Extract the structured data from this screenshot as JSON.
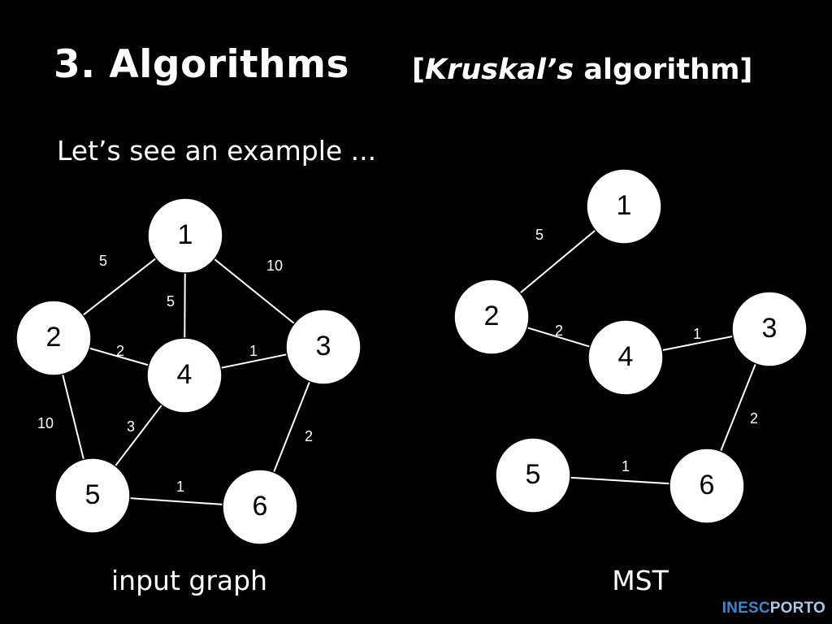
{
  "slide": {
    "title": "3. Algorithms",
    "subtitle_open": "[",
    "subtitle_italic": "Kruskal’s",
    "subtitle_rest": " algorithm]",
    "intro": "Let’s see an example ...",
    "caption_left": "input graph",
    "caption_right": "MST",
    "logo_part1": "INESC",
    "logo_part2": "PORTO"
  },
  "colors": {
    "background": "#000000",
    "foreground": "#ffffff",
    "logo_dark": "#3f86d1",
    "logo_light": "#a8c9ec"
  },
  "input_graph": {
    "nodes": [
      "1",
      "2",
      "3",
      "4",
      "5",
      "6"
    ],
    "edges": [
      {
        "from": "1",
        "to": "2",
        "weight": "5"
      },
      {
        "from": "1",
        "to": "4",
        "weight": "5"
      },
      {
        "from": "1",
        "to": "3",
        "weight": "10"
      },
      {
        "from": "2",
        "to": "4",
        "weight": "2"
      },
      {
        "from": "4",
        "to": "3",
        "weight": "1"
      },
      {
        "from": "2",
        "to": "5",
        "weight": "10"
      },
      {
        "from": "4",
        "to": "5",
        "weight": "3"
      },
      {
        "from": "3",
        "to": "6",
        "weight": "2"
      },
      {
        "from": "5",
        "to": "6",
        "weight": "1"
      }
    ]
  },
  "mst": {
    "nodes": [
      "1",
      "2",
      "3",
      "4",
      "5",
      "6"
    ],
    "edges": [
      {
        "from": "1",
        "to": "2",
        "weight": "5"
      },
      {
        "from": "2",
        "to": "4",
        "weight": "2"
      },
      {
        "from": "4",
        "to": "3",
        "weight": "1"
      },
      {
        "from": "3",
        "to": "6",
        "weight": "2"
      },
      {
        "from": "5",
        "to": "6",
        "weight": "1"
      }
    ]
  }
}
